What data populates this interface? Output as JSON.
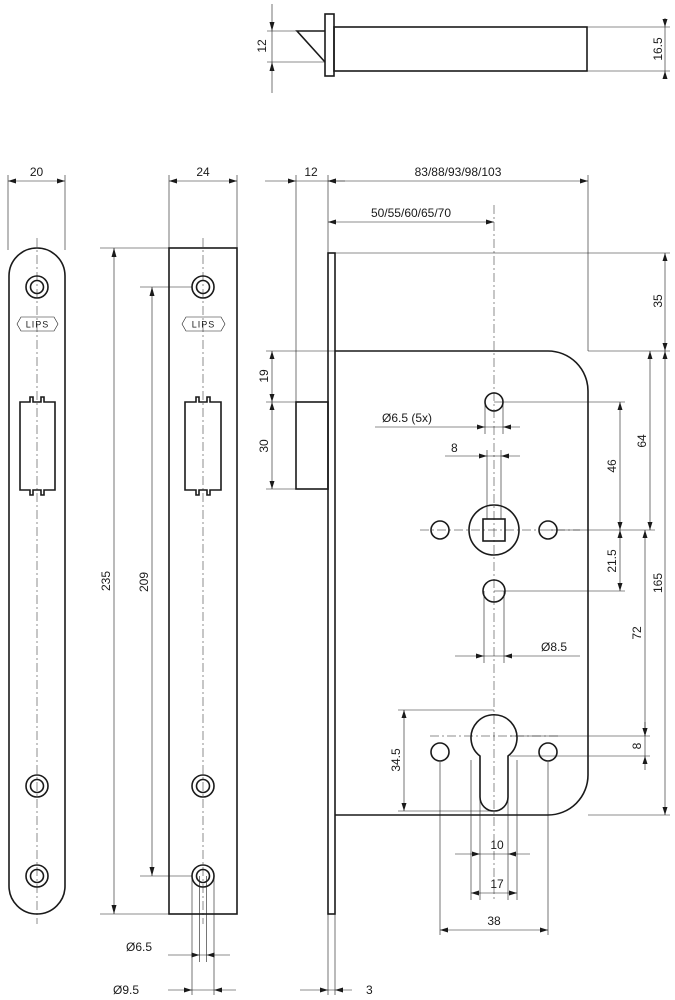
{
  "brand_label": "LIPS",
  "dimensions": {
    "latch_height": "12",
    "latch_thickness": "16.5",
    "faceplate_narrow_width": "20",
    "faceplate_wide_width": "24",
    "overall_height": "235",
    "screw_spacing": "209",
    "faceplate_projection": "12",
    "case_depth": "83/88/93/98/103",
    "backset": "50/55/60/65/70",
    "top_offset": "35",
    "latch_top_offset": "19",
    "latch_body_height": "30",
    "fixing_hole": "Ø6.5 (5x)",
    "spindle_square": "8",
    "spindle_to_upper_hole": "46",
    "spindle_to_top_of_case": "64",
    "spindle_to_lower_hole": "21.5",
    "case_height": "165",
    "spindle_to_cylinder": "72",
    "lower_hole": "Ø8.5",
    "cylinder_length": "34.5",
    "cylinder_top_offset": "8",
    "cylinder_slot_width": "10",
    "cylinder_head_width": "17",
    "outer_hole_spacing": "38",
    "faceplate_screw_hole": "Ø6.5",
    "faceplate_counterbore": "Ø9.5",
    "faceplate_thickness": "3"
  }
}
